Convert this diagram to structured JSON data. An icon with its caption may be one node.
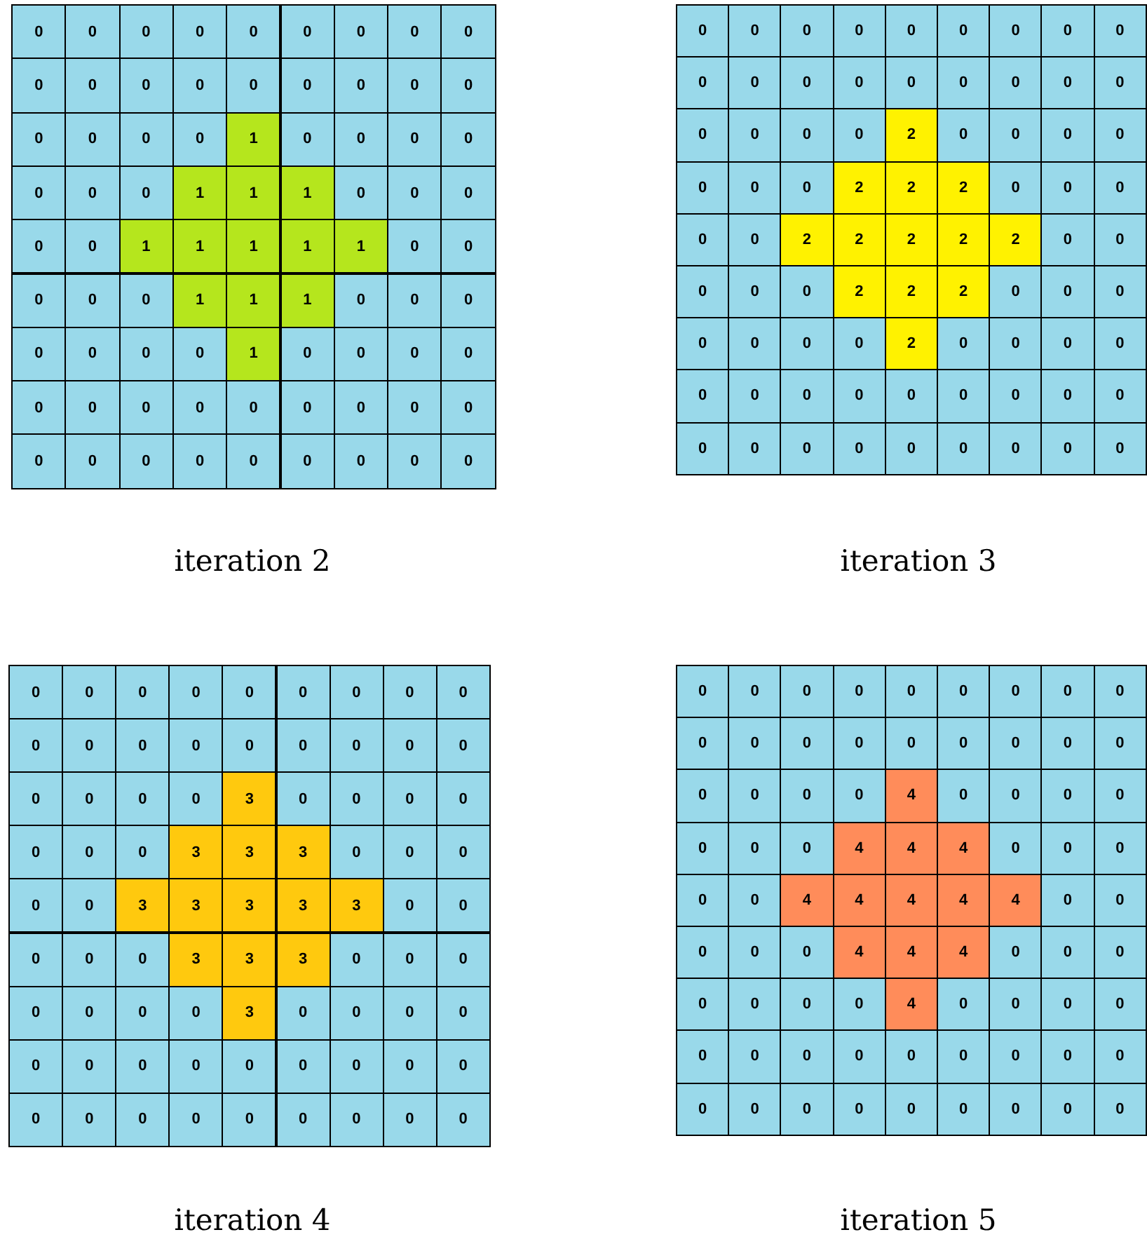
{
  "diagram": {
    "labels": [
      "0",
      "0",
      "0",
      "0",
      "0",
      "0",
      "0",
      "0",
      "0",
      "0",
      "0",
      "0",
      "0",
      "0",
      "0",
      "0",
      "0",
      "0",
      "0",
      "0",
      "0",
      "0",
      "1",
      "0",
      "0",
      "0",
      "0",
      "0",
      "0",
      "0",
      "1",
      "1",
      "1",
      "0",
      "0",
      "0",
      "0",
      "0",
      "1",
      "1",
      "1",
      "1",
      "1",
      "0",
      "0",
      "0",
      "0",
      "0",
      "1",
      "1",
      "1",
      "0",
      "0",
      "0",
      "0",
      "0",
      "0",
      "0",
      "1",
      "0",
      "0",
      "0",
      "0",
      "0",
      "0",
      "0",
      "0",
      "0",
      "0",
      "0",
      "0",
      "0",
      "0",
      "0",
      "0",
      "0",
      "0",
      "0",
      "0",
      "0",
      "0",
      "0",
      "0",
      "0",
      "0",
      "0",
      "0",
      "0",
      "0",
      "0",
      "0",
      "0",
      "0",
      "0",
      "0",
      "0",
      "0",
      "0",
      "0",
      "0",
      "0",
      "0",
      "0",
      "2",
      "0",
      "0",
      "0",
      "0",
      "0",
      "0",
      "0",
      "2",
      "2",
      "2",
      "0",
      "0",
      "0",
      "0",
      "0",
      "2",
      "2",
      "2",
      "2",
      "2",
      "0",
      "0",
      "0",
      "0",
      "0",
      "2",
      "2",
      "2",
      "0",
      "0",
      "0",
      "0",
      "0",
      "0",
      "0",
      "2",
      "0",
      "0",
      "0",
      "0",
      "0",
      "0",
      "0",
      "0",
      "0",
      "0",
      "0",
      "0",
      "0",
      "0",
      "0",
      "0",
      "0",
      "0",
      "0",
      "0",
      "0",
      "0",
      "iteration 2",
      "iteration 3",
      "0",
      "0",
      "0",
      "0",
      "0",
      "0",
      "0",
      "0",
      "0",
      "0",
      "0",
      "0",
      "0",
      "0",
      "0",
      "0",
      "0",
      "0",
      "0",
      "0",
      "0",
      "0",
      "3",
      "0",
      "0",
      "0",
      "0",
      "0",
      "0",
      "0",
      "3",
      "3",
      "3",
      "0",
      "0",
      "0",
      "0",
      "0",
      "3",
      "3",
      "3",
      "3",
      "3",
      "0",
      "0",
      "0",
      "0",
      "0",
      "3",
      "3",
      "3",
      "0",
      "0",
      "0",
      "0",
      "0",
      "0",
      "0",
      "3",
      "0",
      "0",
      "0",
      "0",
      "0",
      "0",
      "0",
      "0",
      "0",
      "0",
      "0",
      "0",
      "0",
      "0",
      "0",
      "0",
      "0",
      "0",
      "0",
      "0",
      "0",
      "0",
      "0",
      "0",
      "0",
      "0",
      "0",
      "0",
      "0",
      "0",
      "0",
      "0",
      "0",
      "0",
      "0",
      "0",
      "0",
      "0",
      "0",
      "0",
      "0",
      "0",
      "0",
      "0",
      "4",
      "0",
      "0",
      "0",
      "0",
      "0",
      "0",
      "0",
      "4",
      "4",
      "4",
      "0",
      "0",
      "0",
      "0",
      "0",
      "4",
      "4",
      "4",
      "4",
      "4",
      "0",
      "0",
      "0",
      "0",
      "0",
      "4",
      "4",
      "4",
      "0",
      "0",
      "0",
      "0",
      "0",
      "0",
      "0",
      "4",
      "0",
      "0",
      "0",
      "0",
      "0",
      "0",
      "0",
      "0",
      "0",
      "0",
      "0",
      "0",
      "0",
      "0",
      "0",
      "0",
      "0",
      "0",
      "0",
      "0",
      "0",
      "0",
      "iteration 4",
      "iteration 5"
    ]
  }
}
